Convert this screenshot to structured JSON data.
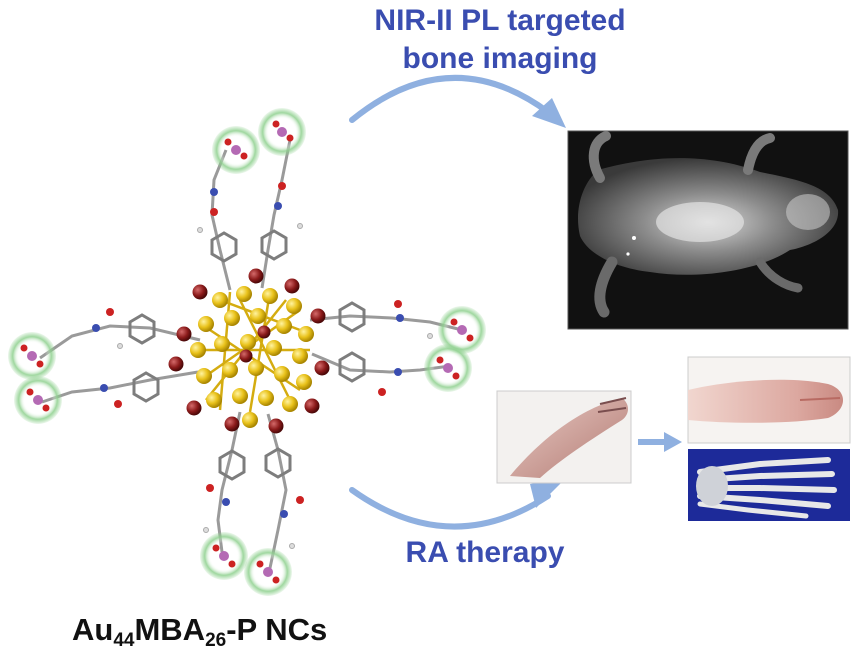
{
  "labels": {
    "imaging_line1": "NIR-II PL  targeted",
    "imaging_line2": "bone imaging",
    "therapy": "RA therapy"
  },
  "caption": {
    "part1": "Au",
    "sub1": "44",
    "part2": "MBA",
    "sub2": "26",
    "part3": "-P NCs"
  },
  "colors": {
    "label_text": "#3a4db0",
    "arrow": "#8fb0e0",
    "gold_atom": "#e9c21b",
    "sulfur_atom": "#8b1a1a",
    "phosphate_halo": "#8ed08e",
    "xray_background": "#1d2a99"
  },
  "icons": {
    "arrow_to_imaging": "curved-arrow-icon",
    "arrow_to_therapy": "curved-arrow-icon",
    "arrow_between_photos": "arrow-right-icon"
  }
}
